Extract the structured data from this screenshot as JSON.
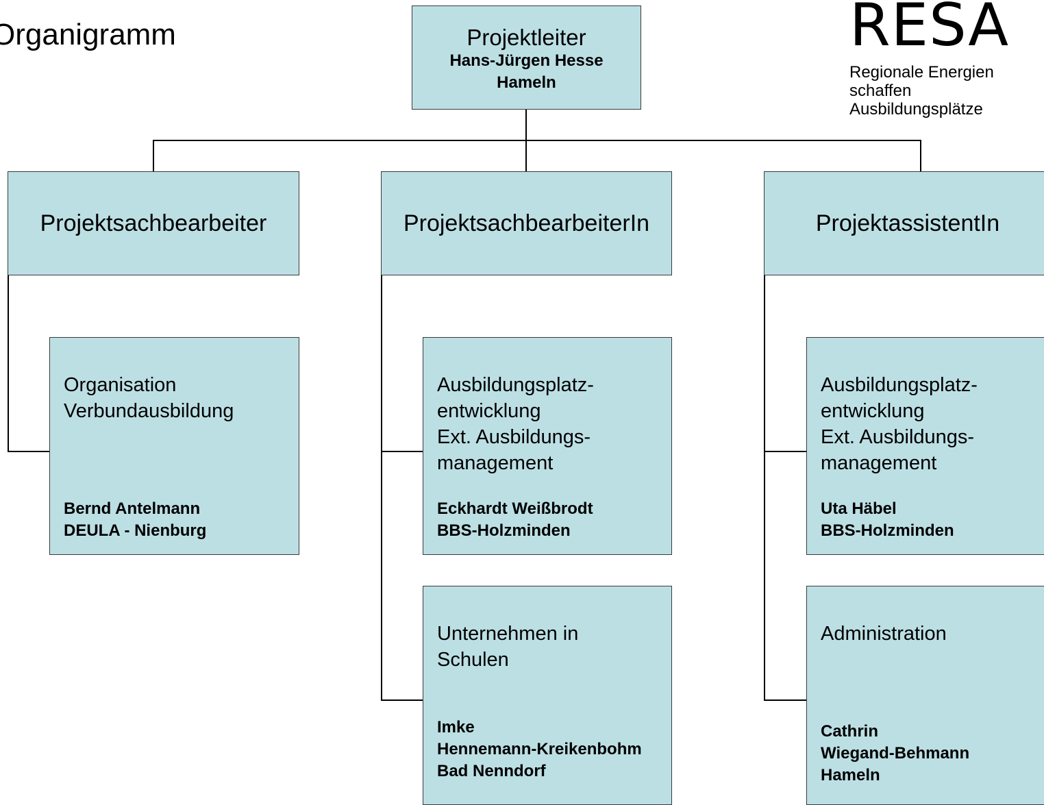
{
  "title": "Organigramm",
  "logo": {
    "mark": "RESA",
    "tagline": "Regionale Energien\nschaffen Ausbildungsplätze"
  },
  "lead": {
    "role": "Projektleiter",
    "name": "Hans-Jürgen Hesse",
    "location": "Hameln"
  },
  "columns": [
    {
      "role": "Projektsachbearbeiter",
      "tasks": [
        {
          "text": "Organisation\nVerbundausbildung",
          "person": "Bernd Antelmann\nDEULA - Nienburg"
        }
      ]
    },
    {
      "role": "ProjektsachbearbeiterIn",
      "tasks": [
        {
          "text": "Ausbildungsplatz-\nentwicklung\nExt. Ausbildungs-\nmanagement",
          "person": "Eckhardt Weißbrodt\nBBS-Holzminden"
        },
        {
          "text": "Unternehmen in\nSchulen",
          "person": "Imke\nHennemann-Kreikenbohm\nBad Nenndorf"
        }
      ]
    },
    {
      "role": "ProjektassistentIn",
      "tasks": [
        {
          "text": "Ausbildungsplatz-\nentwicklung\nExt. Ausbildungs-\nmanagement",
          "person": "Uta Häbel\nBBS-Holzminden"
        },
        {
          "text": "Administration",
          "person": "Cathrin\nWiegand-Behmann\nHameln"
        }
      ]
    }
  ]
}
